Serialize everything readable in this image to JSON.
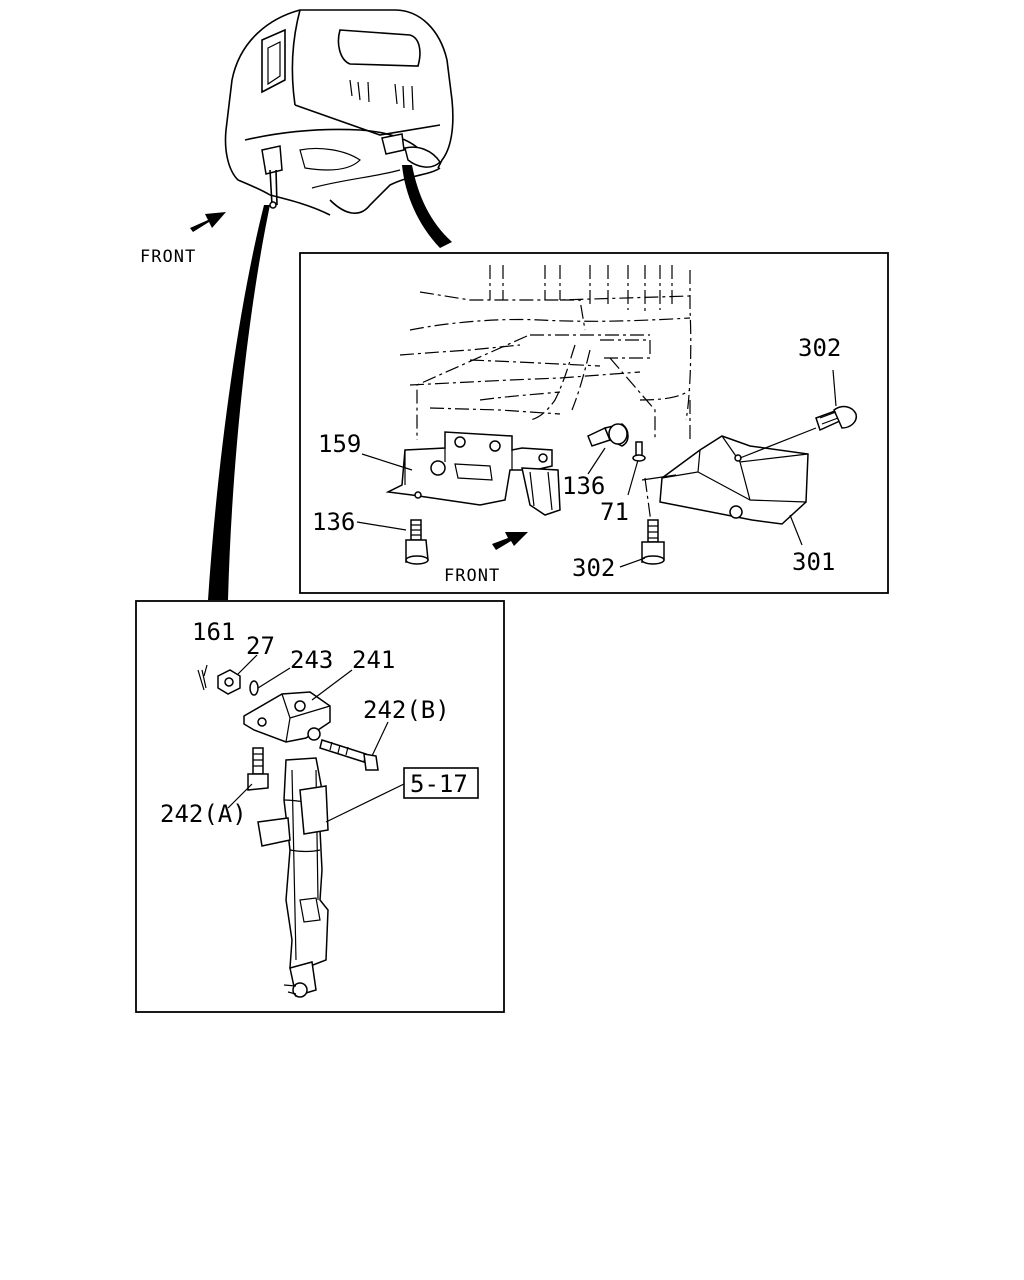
{
  "direction_label": "FRONT",
  "callouts": {
    "c159": "159",
    "c136_left": "136",
    "c136_right": "136",
    "c71": "71",
    "c302_top": "302",
    "c302_bottom": "302",
    "c301": "301",
    "c161": "161",
    "c27": "27",
    "c243": "243",
    "c241": "241",
    "c242b": "242(B)",
    "c242a": "242(A)",
    "ref_517": "5-17"
  },
  "colors": {
    "ink": "#000000",
    "paper": "#ffffff"
  }
}
